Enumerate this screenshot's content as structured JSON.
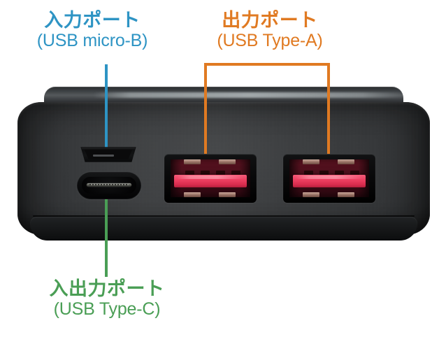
{
  "scene": {
    "title": "Power bank port diagram",
    "background_color": "#ffffff"
  },
  "device": {
    "name": "power-bank",
    "body_color": "#313335",
    "finish": "matte black with glossy top cap"
  },
  "annotations": [
    {
      "id": "input-port",
      "line1": "入力ポート",
      "line2": "(USB micro-B)",
      "color": "#2e94c4",
      "target": "micro-b-port",
      "connector": "single-leader-line-down"
    },
    {
      "id": "output-ports",
      "line1": "出力ポート",
      "line2": "(USB Type-A)",
      "color": "#e07a22",
      "target": "usb-a-ports",
      "connector": "bracket-two-leaders-down"
    },
    {
      "id": "inout-port",
      "line1": "入出力ポート",
      "line2": "(USB Type-C)",
      "color": "#4a9e55",
      "target": "usb-c-port",
      "connector": "single-leader-line-up"
    }
  ],
  "ports": [
    {
      "id": "micro-b-port",
      "type": "USB micro-B",
      "role": "input",
      "count": 1,
      "cavity_color": "#0a0a0b"
    },
    {
      "id": "usb-c-port",
      "type": "USB Type-C",
      "role": "input/output",
      "count": 1,
      "cavity_color": "#050506"
    },
    {
      "id": "usb-a-port-1",
      "type": "USB Type-A",
      "role": "output",
      "count": 1,
      "cavity_color": "#4a0f1b",
      "tongue_color": "#ee3f61"
    },
    {
      "id": "usb-a-port-2",
      "type": "USB Type-A",
      "role": "output",
      "count": 1,
      "cavity_color": "#4a0f1b",
      "tongue_color": "#ee3f61"
    }
  ]
}
